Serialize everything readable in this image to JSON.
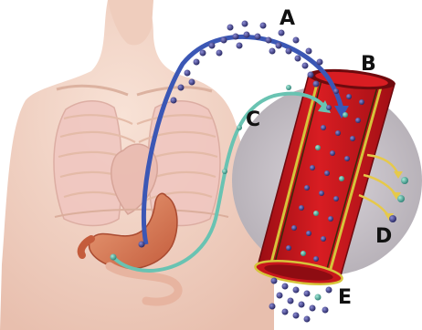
{
  "labels": {
    "a": "A",
    "b": "B",
    "c": "C",
    "d": "D",
    "e": "E"
  },
  "colors": {
    "skin": "#f2d2c2",
    "vessel_red": "#c8161c",
    "vessel_dark": "#7d0a10",
    "vessel_wall_yellow": "#d6c43a",
    "molecule_blue": "#3a3a8c",
    "molecule_teal": "#3fa99a",
    "arrow_blue": "#3b57b5",
    "arrow_teal": "#69c3b2",
    "arrow_yellow": "#e6c94a",
    "circle_bg": "#c7c2c8"
  }
}
